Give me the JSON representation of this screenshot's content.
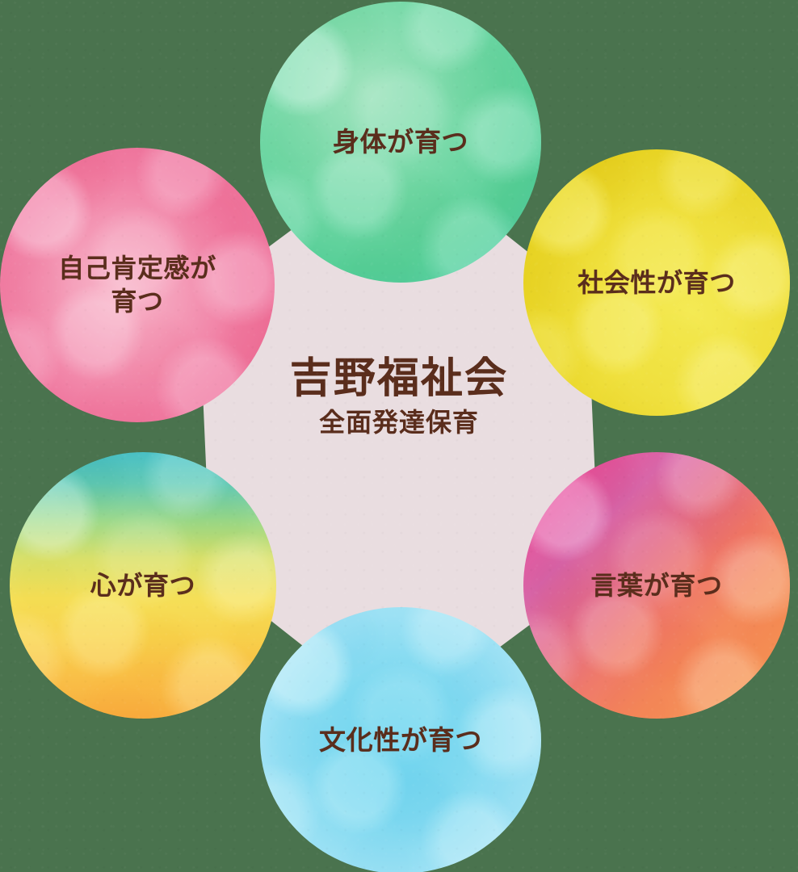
{
  "figure": {
    "title": "吉野福祉会 全面発達保育 育ちの6領域",
    "background_color": "#4a734e",
    "core_color": "#e9dde0",
    "text_color": "#5a2d1c"
  },
  "center": {
    "title": "吉野福祉会",
    "subtitle": "全面発達保育"
  },
  "bubbles": [
    {
      "key": "body",
      "label": "身体が育つ",
      "position": "top",
      "color": "#73d8a6",
      "color_name": "green"
    },
    {
      "key": "social",
      "label": "社会性が育つ",
      "position": "top-right",
      "color": "#ecd92f",
      "color_name": "yellow"
    },
    {
      "key": "words",
      "label": "言葉が育つ",
      "position": "bottom-right",
      "color": "#ef6f7e",
      "color_name": "magenta-orange"
    },
    {
      "key": "culture",
      "label": "文化性が育つ",
      "position": "bottom",
      "color": "#7fd9f0",
      "color_name": "light-blue"
    },
    {
      "key": "heart",
      "label": "心が育つ",
      "position": "bottom-left",
      "color": "#f5d957",
      "color_name": "teal-yellow-orange"
    },
    {
      "key": "selfesteem",
      "label": "自己肯定感が\n育つ",
      "position": "left",
      "color": "#f07ba1",
      "color_name": "pink"
    }
  ]
}
